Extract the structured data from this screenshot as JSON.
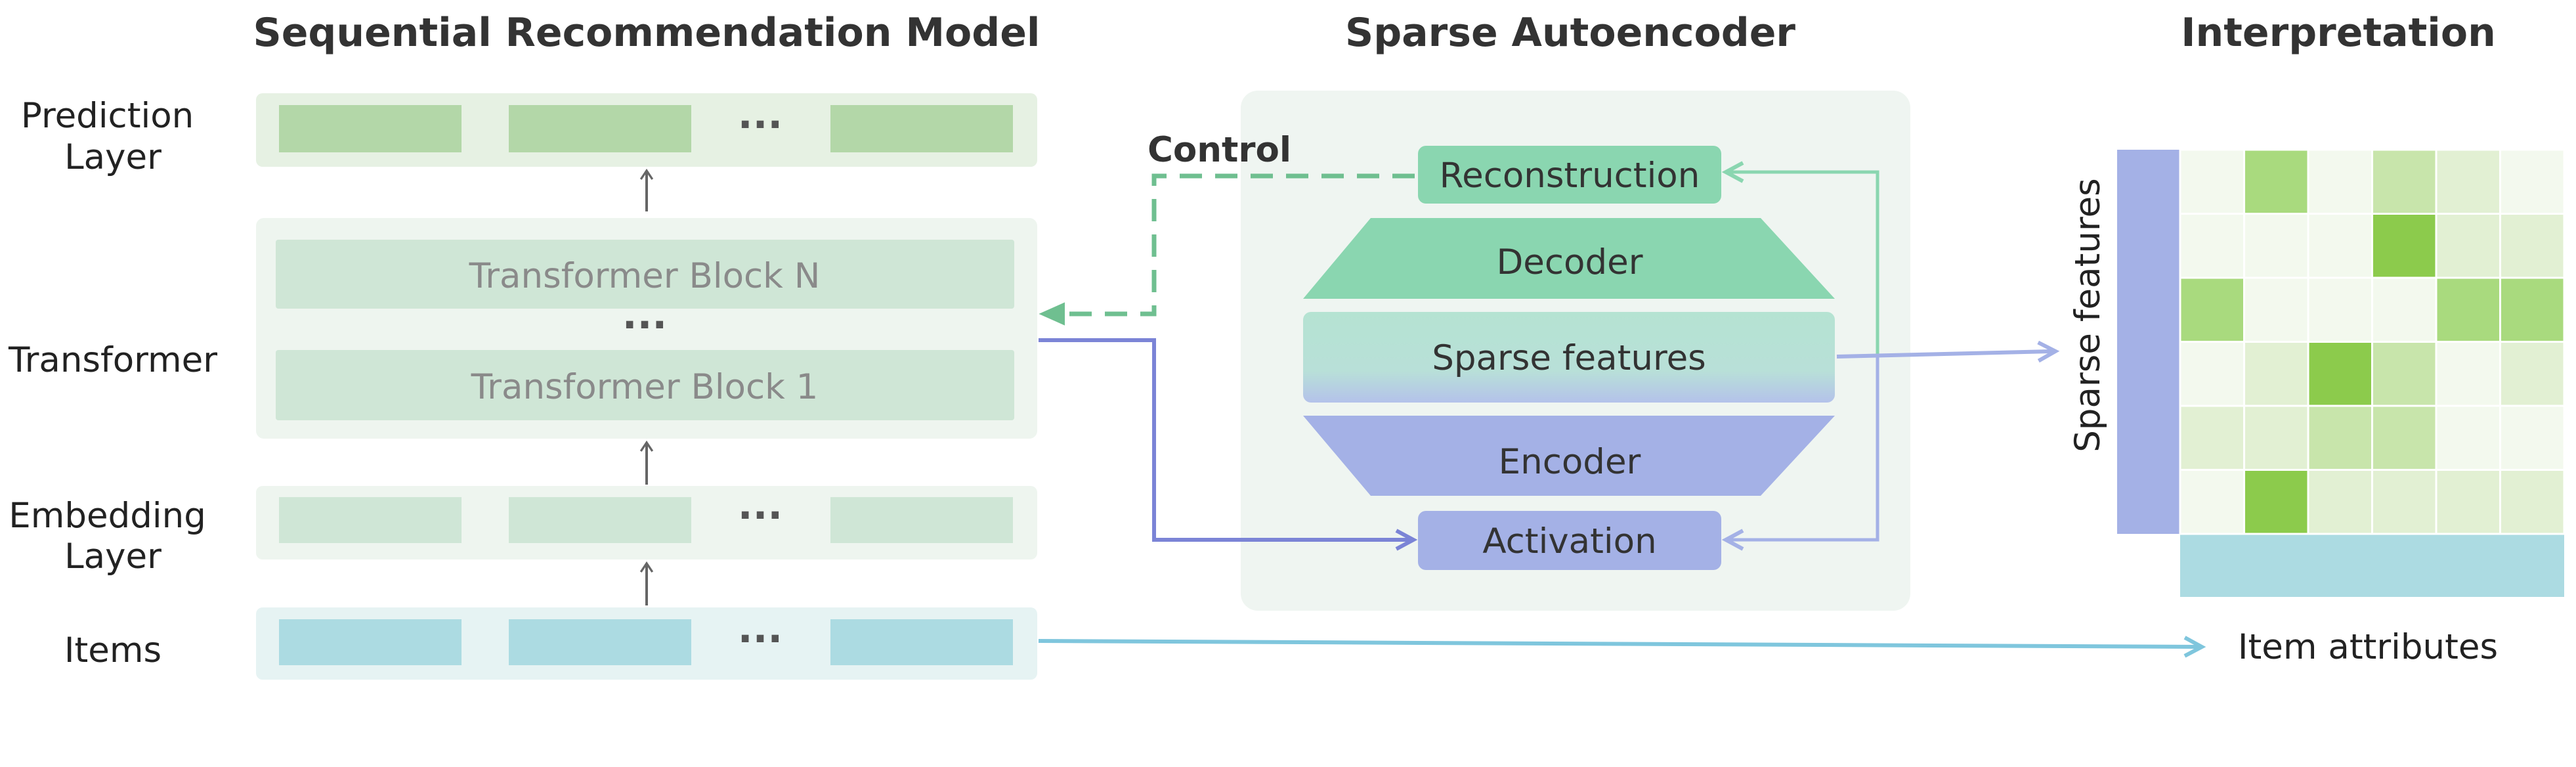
{
  "sections": {
    "model_title": "Sequential Recommendation Model",
    "autoencoder_title": "Sparse Autoencoder",
    "interpretation_title": "Interpretation"
  },
  "model": {
    "prediction_label": [
      "Prediction",
      "Layer"
    ],
    "transformer_label": "Transformer",
    "embedding_label": [
      "Embedding",
      "Layer"
    ],
    "items_label": "Items",
    "block_n": "Transformer Block N",
    "block_1": "Transformer Block 1",
    "ellipsis": "···"
  },
  "autoencoder": {
    "control_label": "Control",
    "reconstruction": "Reconstruction",
    "decoder": "Decoder",
    "sparse_features": "Sparse features",
    "encoder": "Encoder",
    "activation": "Activation"
  },
  "interpretation": {
    "y_axis_label": "Sparse features",
    "x_axis_label": "Item attributes",
    "matrix": [
      [
        0,
        3,
        0,
        2,
        1,
        0
      ],
      [
        0,
        0,
        0,
        4,
        1,
        1
      ],
      [
        3,
        0,
        0,
        0,
        3,
        3
      ],
      [
        0,
        1,
        4,
        2,
        0,
        1
      ],
      [
        1,
        1,
        2,
        2,
        0,
        0
      ],
      [
        0,
        4,
        1,
        1,
        1,
        1
      ]
    ]
  },
  "colors": {
    "prediction_cell": "#b3d7a8",
    "prediction_panel": "#e6f1e3",
    "transformer_panel": "#eef5ef",
    "transformer_block": "#cfe6d6",
    "embedding_panel": "#eef5ef",
    "embedding_cell": "#cfe6d6",
    "items_panel": "#e6f3f3",
    "items_cell": "#acdbe2",
    "autoencoder_panel": "#eff5f1",
    "reconstruction": "#8ad6b0",
    "decoder": "#8ad6b0",
    "encoder": "#a4b1e6",
    "activation": "#a4b1e6",
    "control_arrow": "#6fbf90",
    "model_to_activation_arrow": "#7b84d6",
    "feature_arrow": "#a4b1e6",
    "items_arrow": "#7fc6dd",
    "heatmap_scale": [
      "#f3f9ee",
      "#e2f0d3",
      "#c8e5ab",
      "#a9da7e",
      "#8ccb4c"
    ],
    "heatmap_row_bar": "#a4b1e6",
    "heatmap_col_bar": "#acdbe2"
  }
}
